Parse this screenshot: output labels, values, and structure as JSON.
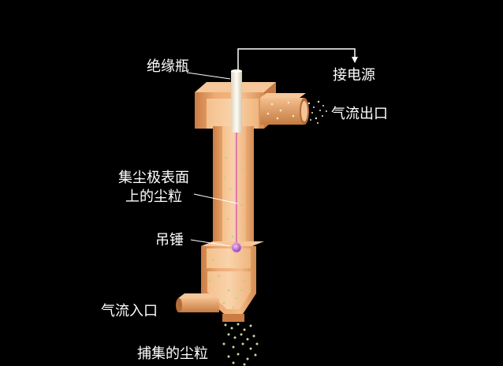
{
  "labels": {
    "insulator": "绝缘瓶",
    "power": "接电源",
    "gas_out": "气流出口",
    "dust_surface_line1": "集尘极表面",
    "dust_surface_line2": "上的尘粒",
    "hammer": "吊锤",
    "gas_in": "气流入口",
    "collected": "捕集的尘粒"
  },
  "colors": {
    "background": "#000000",
    "body": "#e9a46a",
    "body_dark": "#b9703b",
    "body_light": "#f6c597",
    "wire": "#e07aa6",
    "hammer": "#c070d0",
    "dust": "#b9d27a",
    "insulator": "#f4efdf",
    "line": "#ffffff"
  }
}
